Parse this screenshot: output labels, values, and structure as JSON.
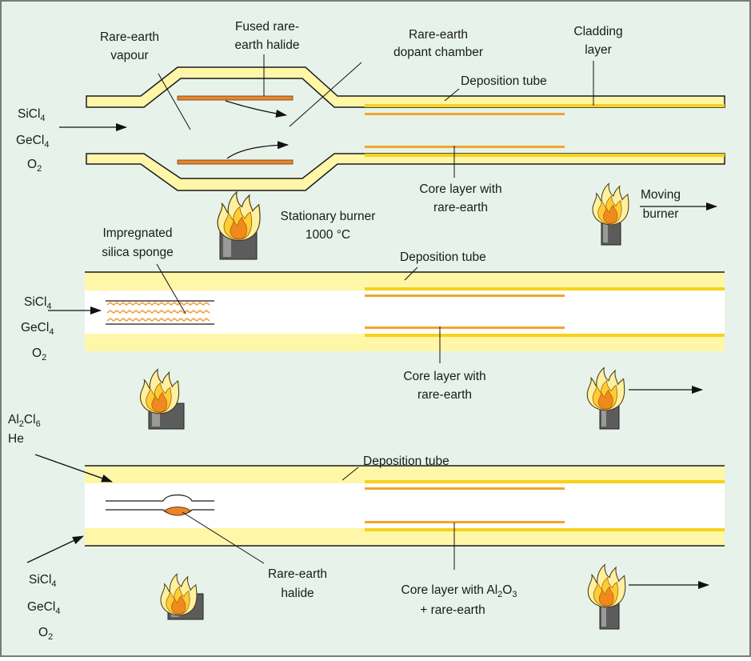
{
  "colors": {
    "background": "#e7f3ea",
    "border": "#7a7a7a",
    "tube_fill": "#fff6a8",
    "tube_stripe": "#f7d21a",
    "core_layer": "#f2a52a",
    "halide": "#e9862a",
    "sponge": "#f0a040",
    "burner_base": "#5c5c5c"
  },
  "icons": [
    "flame-icon",
    "burner-icon",
    "arrow-icon"
  ],
  "panel1": {
    "gas_sicl4": "SiCl",
    "gas_sicl4_sub": "4",
    "gas_gecl4": "GeCl",
    "gas_gecl4_sub": "4",
    "gas_o2": "O",
    "gas_o2_sub": "2",
    "rare_earth_vapour_1": "Rare-earth",
    "rare_earth_vapour_2": "vapour",
    "fused_halide_1": "Fused rare-",
    "fused_halide_2": "earth halide",
    "dopant_chamber_1": "Rare-earth",
    "dopant_chamber_2": "dopant chamber",
    "cladding_1": "Cladding",
    "cladding_2": "layer",
    "deposition_tube": "Deposition tube",
    "core_layer_1": "Core layer with",
    "core_layer_2": "rare-earth",
    "stationary_burner_1": "Stationary burner",
    "stationary_burner_2": "1000 °C",
    "moving_burner_1": "Moving",
    "moving_burner_2": "burner"
  },
  "panel2": {
    "sponge_1": "Impregnated",
    "sponge_2": "silica sponge",
    "gas_sicl4": "SiCl",
    "gas_sicl4_sub": "4",
    "gas_gecl4": "GeCl",
    "gas_gecl4_sub": "4",
    "gas_o2": "O",
    "gas_o2_sub": "2",
    "deposition_tube": "Deposition tube",
    "core_layer_1": "Core layer with",
    "core_layer_2": "rare-earth"
  },
  "panel3": {
    "al2cl6_a": "Al",
    "al2cl6_sub1": "2",
    "al2cl6_b": "Cl",
    "al2cl6_sub2": "6",
    "he": "He",
    "deposition_tube": "Deposition tube",
    "halide_1": "Rare-earth",
    "halide_2": "halide",
    "gas_sicl4": "SiCl",
    "gas_sicl4_sub": "4",
    "gas_gecl4": "GeCl",
    "gas_gecl4_sub": "4",
    "gas_o2": "O",
    "gas_o2_sub": "2",
    "core_layer_1a": "Core layer with Al",
    "core_layer_1_sub": "2",
    "core_layer_1b": "O",
    "core_layer_1_sub2": "3",
    "core_layer_2": "+ rare-earth"
  }
}
